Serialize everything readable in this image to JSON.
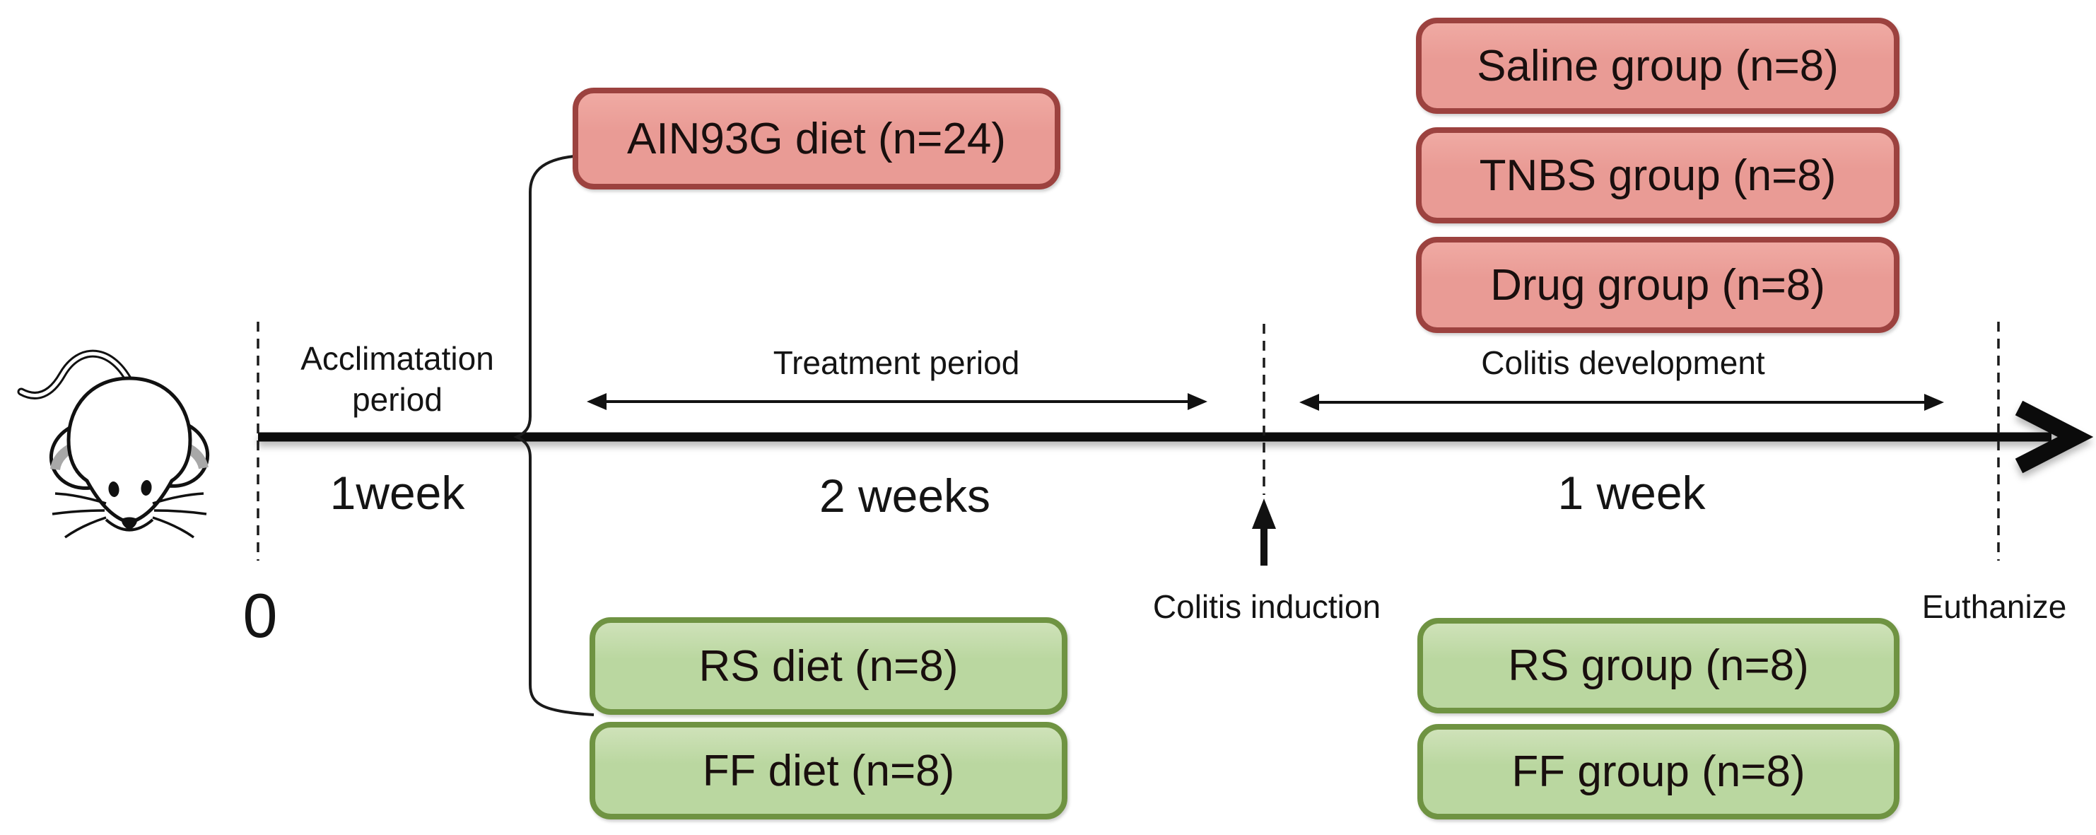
{
  "diagram": {
    "mouse_icon": "mouse-icon",
    "origin_label": "0",
    "phases": [
      {
        "title": "Acclimatation period",
        "duration": "1week"
      },
      {
        "title": "Treatment period",
        "duration": "2 weeks"
      },
      {
        "title": "Colitis development",
        "duration": "1 week"
      }
    ],
    "events": [
      {
        "label": "Colitis induction"
      },
      {
        "label": "Euthanize"
      }
    ],
    "red_boxes": [
      {
        "label": "AIN93G diet (n=24)"
      },
      {
        "label": "Saline group (n=8)"
      },
      {
        "label": "TNBS group (n=8)"
      },
      {
        "label": "Drug group (n=8)"
      }
    ],
    "green_boxes": [
      {
        "label": "RS diet (n=8)"
      },
      {
        "label": "FF diet (n=8)"
      },
      {
        "label": "RS group (n=8)"
      },
      {
        "label": "FF group (n=8)"
      }
    ]
  },
  "colors": {
    "red_fill": "#e99b95",
    "red_fill_light": "#f0aaa3",
    "red_border": "#9c423f",
    "green_fill": "#bad7a0",
    "green_fill_light": "#cfe2b9",
    "green_border": "#6f9342",
    "line": "#111111",
    "ear_gray": "#a8a8a8"
  }
}
